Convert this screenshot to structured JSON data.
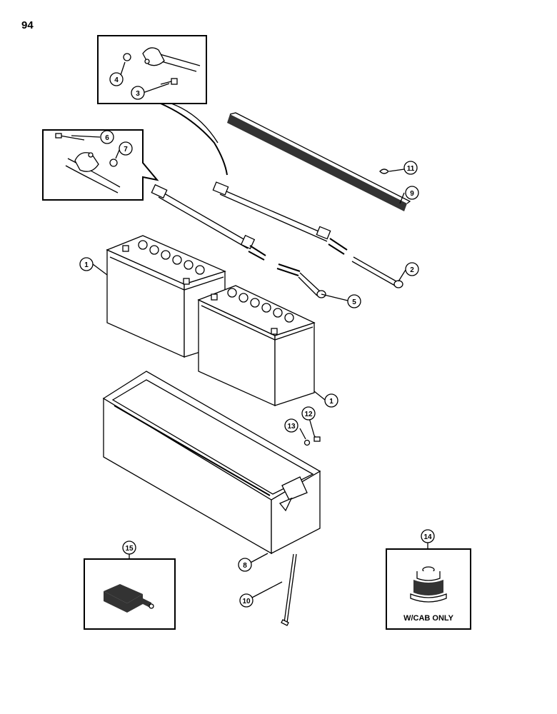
{
  "page_number": "94",
  "inset_note": "W/CAB ONLY",
  "callouts": [
    {
      "id": "c1a",
      "label": "1"
    },
    {
      "id": "c1b",
      "label": "1"
    },
    {
      "id": "c2",
      "label": "2"
    },
    {
      "id": "c3",
      "label": "3"
    },
    {
      "id": "c4",
      "label": "4"
    },
    {
      "id": "c5",
      "label": "5"
    },
    {
      "id": "c6",
      "label": "6"
    },
    {
      "id": "c7",
      "label": "7"
    },
    {
      "id": "c8",
      "label": "8"
    },
    {
      "id": "c9",
      "label": "9"
    },
    {
      "id": "c10",
      "label": "10"
    },
    {
      "id": "c11",
      "label": "11"
    },
    {
      "id": "c12",
      "label": "12"
    },
    {
      "id": "c13",
      "label": "13"
    },
    {
      "id": "c14",
      "label": "14"
    },
    {
      "id": "c15",
      "label": "15"
    }
  ]
}
